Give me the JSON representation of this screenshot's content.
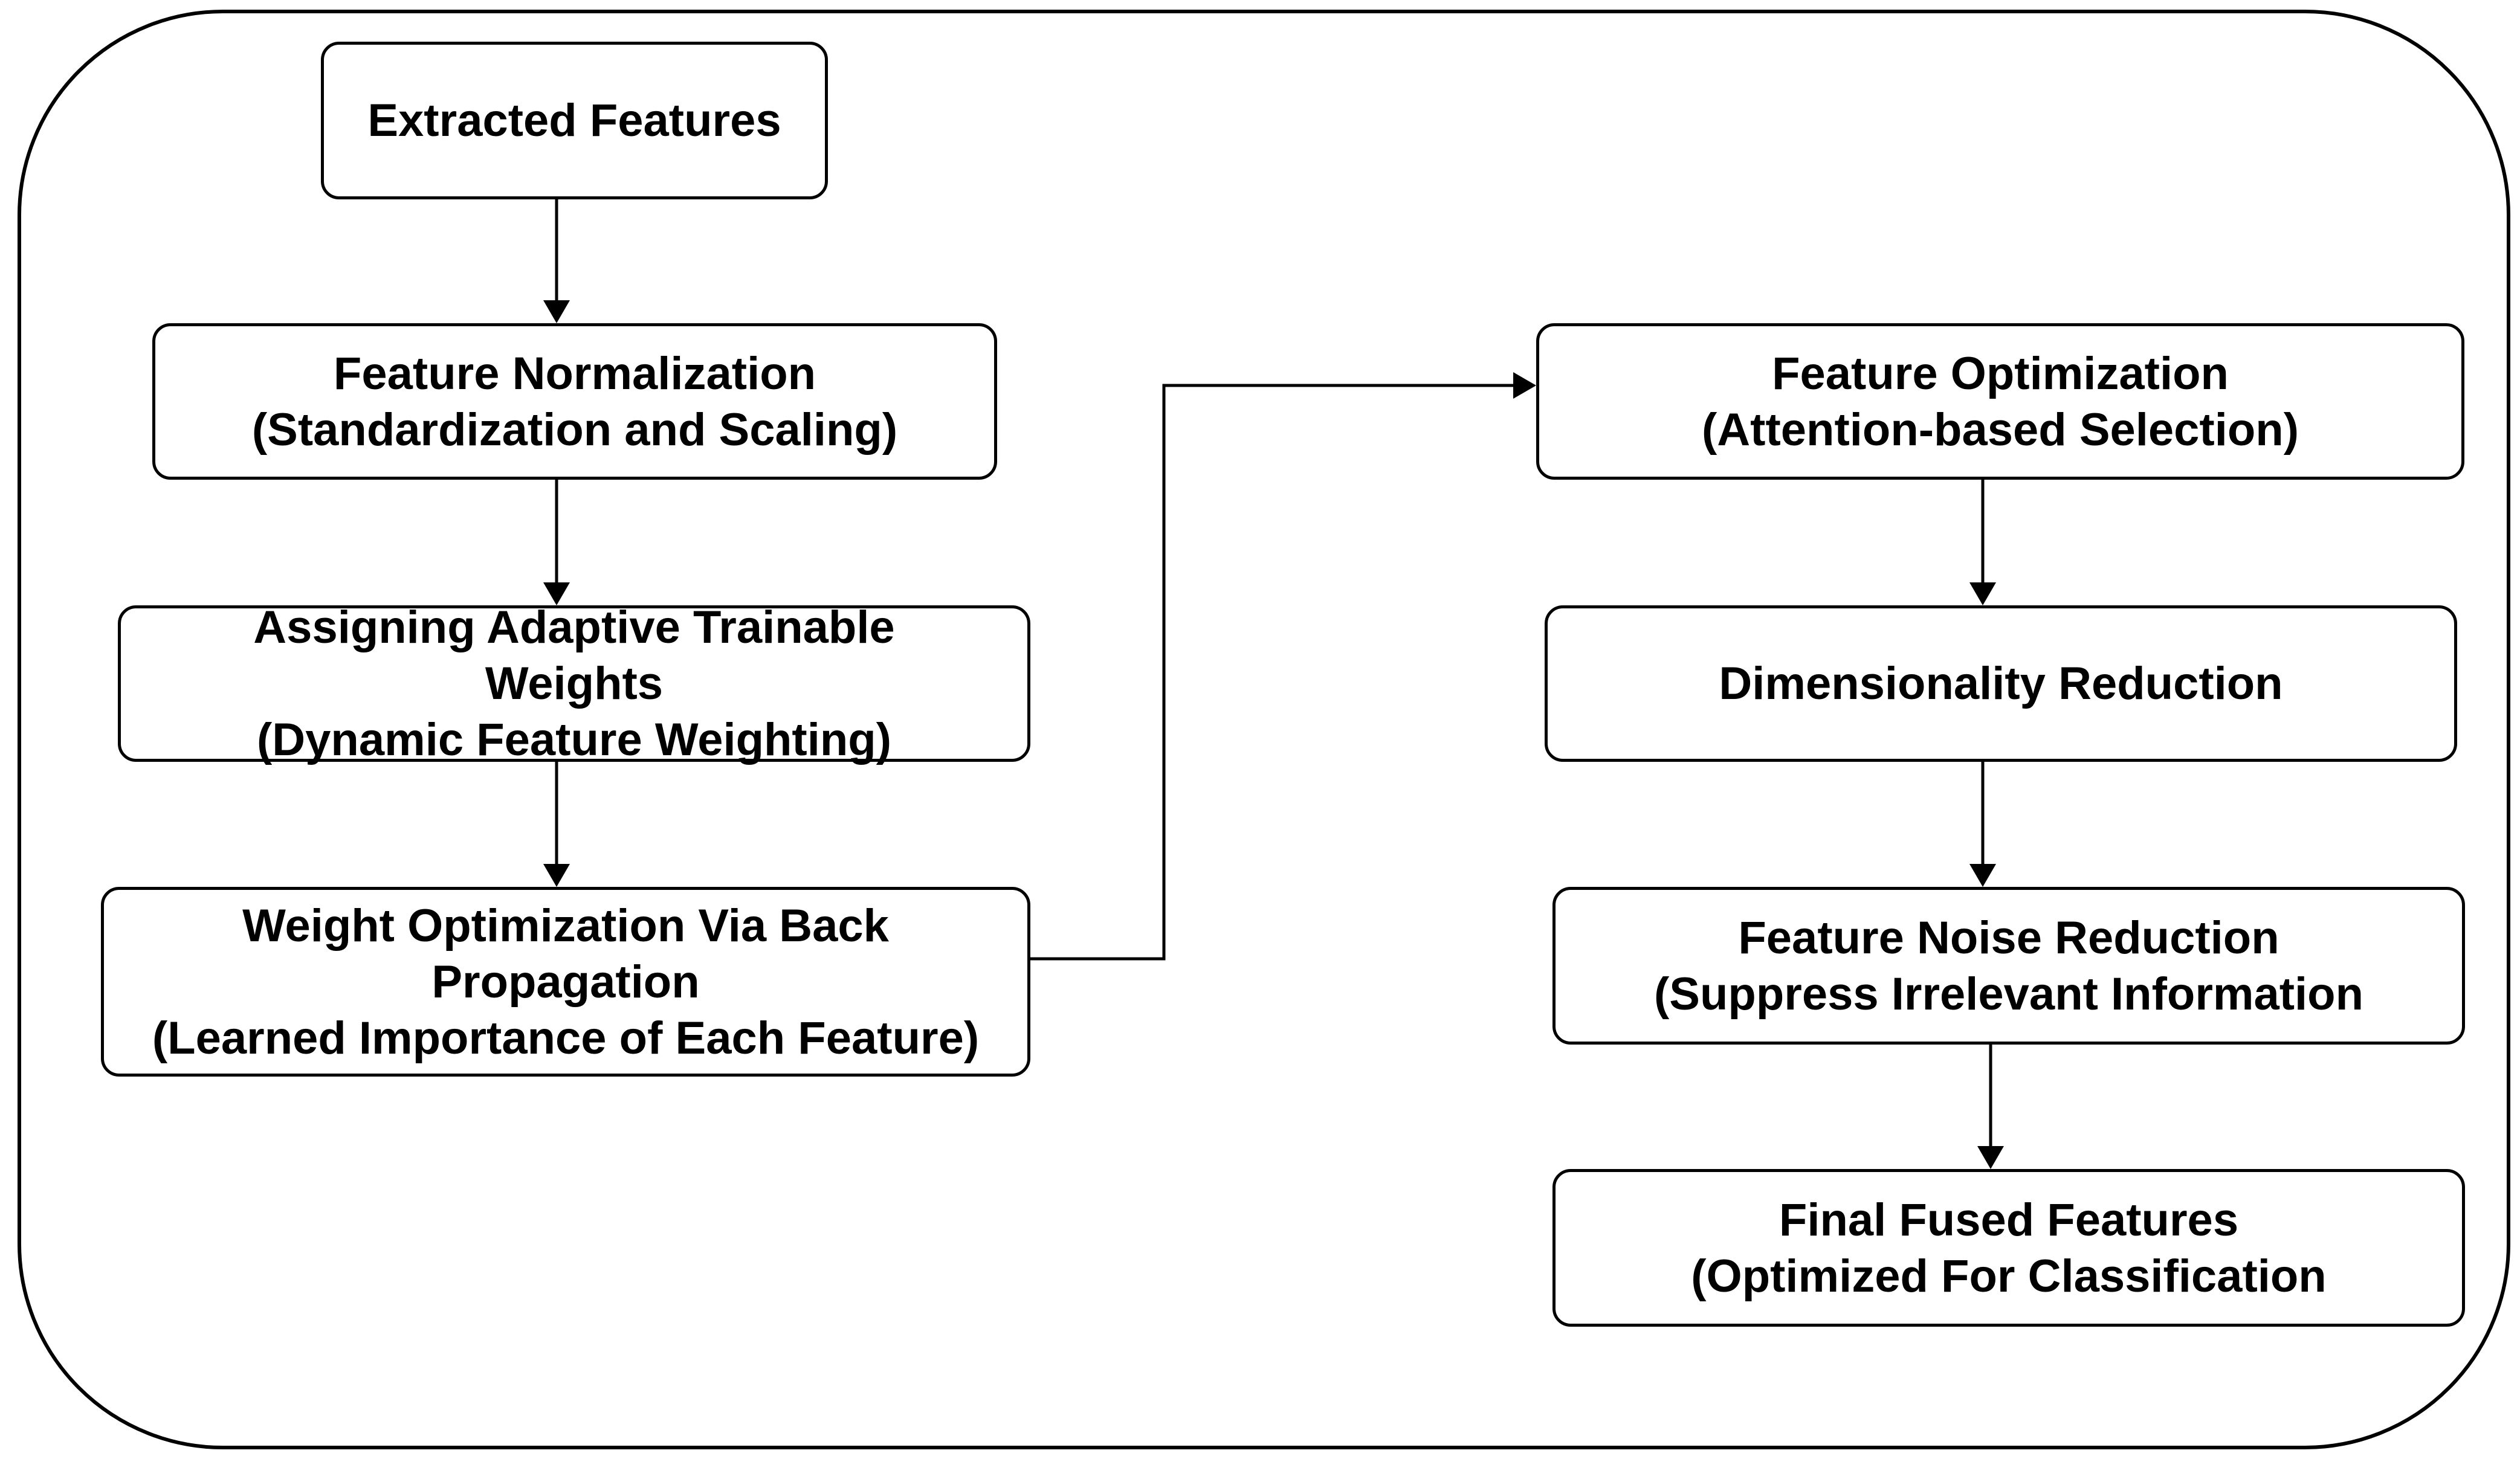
{
  "nodes": {
    "extracted": {
      "lines": [
        "Extracted Features"
      ]
    },
    "normalization": {
      "lines": [
        "Feature Normalization",
        "(Standardization and Scaling)"
      ]
    },
    "assigning": {
      "lines": [
        "Assigning Adaptive Trainable",
        "Weights",
        "(Dynamic Feature Weighting)"
      ]
    },
    "backprop": {
      "lines": [
        "Weight Optimization Via Back",
        "Propagation",
        "(Learned Importance of Each Feature)"
      ]
    },
    "optimization": {
      "lines": [
        "Feature Optimization",
        "(Attention-based Selection)"
      ]
    },
    "dimred": {
      "lines": [
        "Dimensionality Reduction"
      ]
    },
    "noise": {
      "lines": [
        "Feature Noise Reduction",
        "(Suppress Irrelevant Information"
      ]
    },
    "final": {
      "lines": [
        "Final Fused Features",
        "(Optimized For Classification"
      ]
    }
  },
  "colors": {
    "stroke": "#000000",
    "fill": "#ffffff",
    "text": "#000000"
  }
}
